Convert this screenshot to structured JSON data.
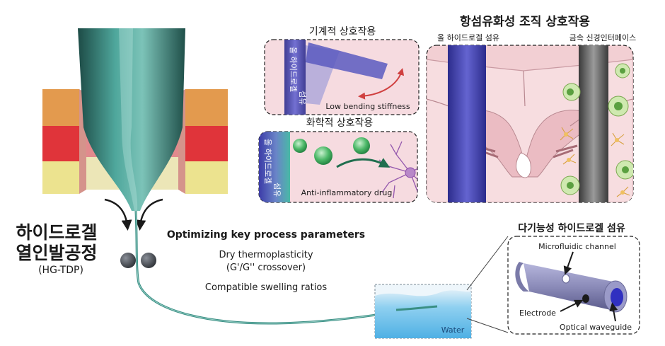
{
  "process": {
    "title_line1": "하이드로겔",
    "title_line2": "열인발공정",
    "abbrev": "(HG-TDP)"
  },
  "parameters": {
    "heading": "Optimizing key process parameters",
    "item1_line1": "Dry thermoplasticity",
    "item1_line2": "(G'/G'' crossover)",
    "item2": "Compatible swelling ratios"
  },
  "water": {
    "label": "Water"
  },
  "mechanical": {
    "title": "기계적 상호작용",
    "fiber_label_line1": "올 하이드로겔",
    "fiber_label_line2": "섬유",
    "caption": "Low bending stiffness"
  },
  "chemical": {
    "title": "화학적 상호작용",
    "fiber_label_line1": "올 하이드로겔",
    "fiber_label_line2": "섬유",
    "caption": "Anti-inflammatory drug"
  },
  "tissue": {
    "title": "항섬유화성 조직 상호작용",
    "left_label": "올 하이드로겔 섬유",
    "right_label": "금속 신경인터페이스"
  },
  "multifunctional": {
    "title": "다기능성 하이드로겔 섬유",
    "channel_label": "Microfluidic channel",
    "electrode_label": "Electrode",
    "waveguide_label": "Optical waveguide"
  },
  "colors": {
    "hydrogel_blue": "#4848b8",
    "metal_gray": "#6a6a6a",
    "preform_teal": "#3f8f86",
    "heater_red": "#e0343a",
    "heater_orange": "#e39a4e",
    "heater_yellow": "#ece38f",
    "water_blue": "#6cbce8",
    "tissue_pink": "#f2cfd3",
    "drug_green": "#3aa65a",
    "arrow_red": "#d04040",
    "arrow_green": "#1f6e4e"
  }
}
